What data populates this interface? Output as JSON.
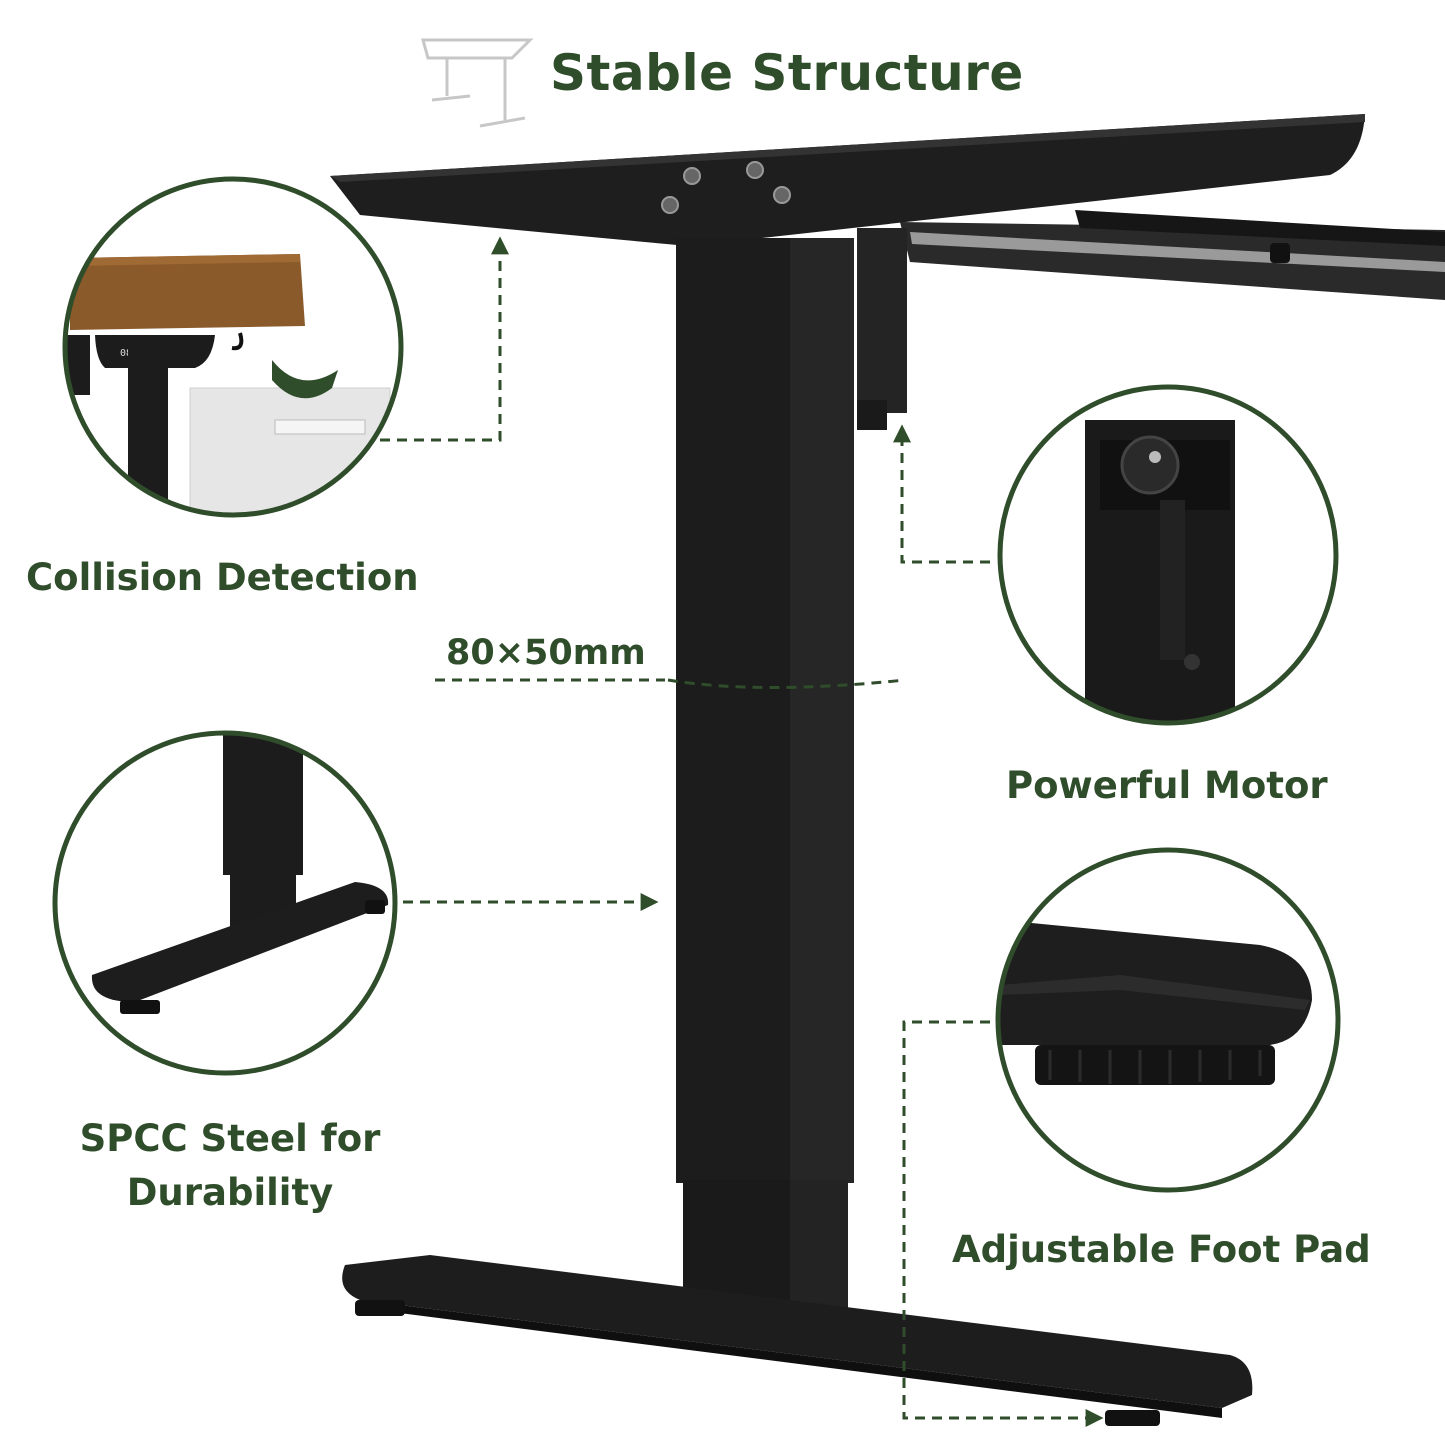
{
  "title": "Stable Structure",
  "features": {
    "collision": "Collision Detection",
    "dimension": "80×50mm",
    "motor": "Powerful Motor",
    "steel_line1": "SPCC Steel for",
    "steel_line2": "Durability",
    "foot_pad": "Adjustable Foot Pad"
  },
  "keypad_display": "086",
  "colors": {
    "accent_green": "#2f4d2a",
    "frame_black": "#1b1b1b",
    "wood": "#8b5a2b"
  },
  "icons": [
    "desk-frame-icon",
    "hook-arrow-icon",
    "dashed-arrow-icon"
  ]
}
